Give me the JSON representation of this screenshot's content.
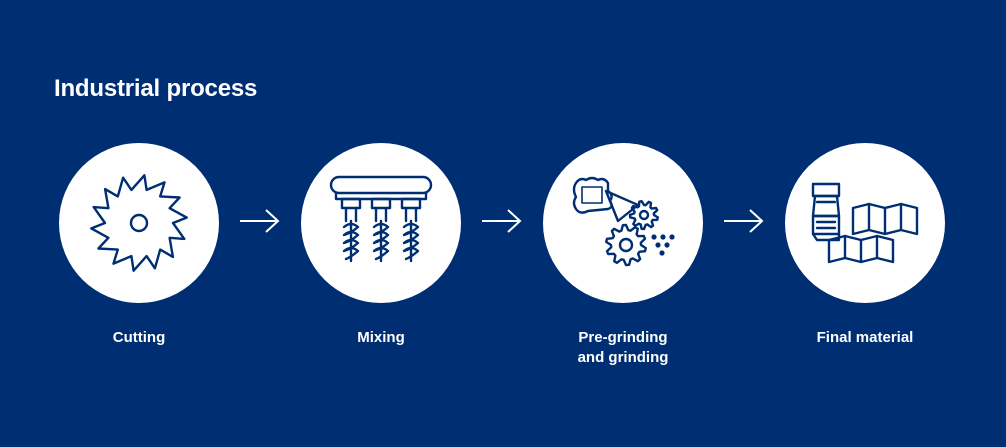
{
  "title": "Industrial process",
  "colors": {
    "background": "#002e73",
    "circle": "#ffffff",
    "icon_stroke": "#002e73",
    "text": "#ffffff"
  },
  "steps": [
    {
      "label": "Cutting",
      "icon": "circular-saw-blade-icon"
    },
    {
      "label": "Mixing",
      "icon": "mixer-augers-icon"
    },
    {
      "label": "Pre-grinding\nand grinding",
      "icon": "grinding-gears-icon"
    },
    {
      "label": "Final material",
      "icon": "packaged-material-icon"
    }
  ],
  "connector_icon": "arrow-right-icon"
}
